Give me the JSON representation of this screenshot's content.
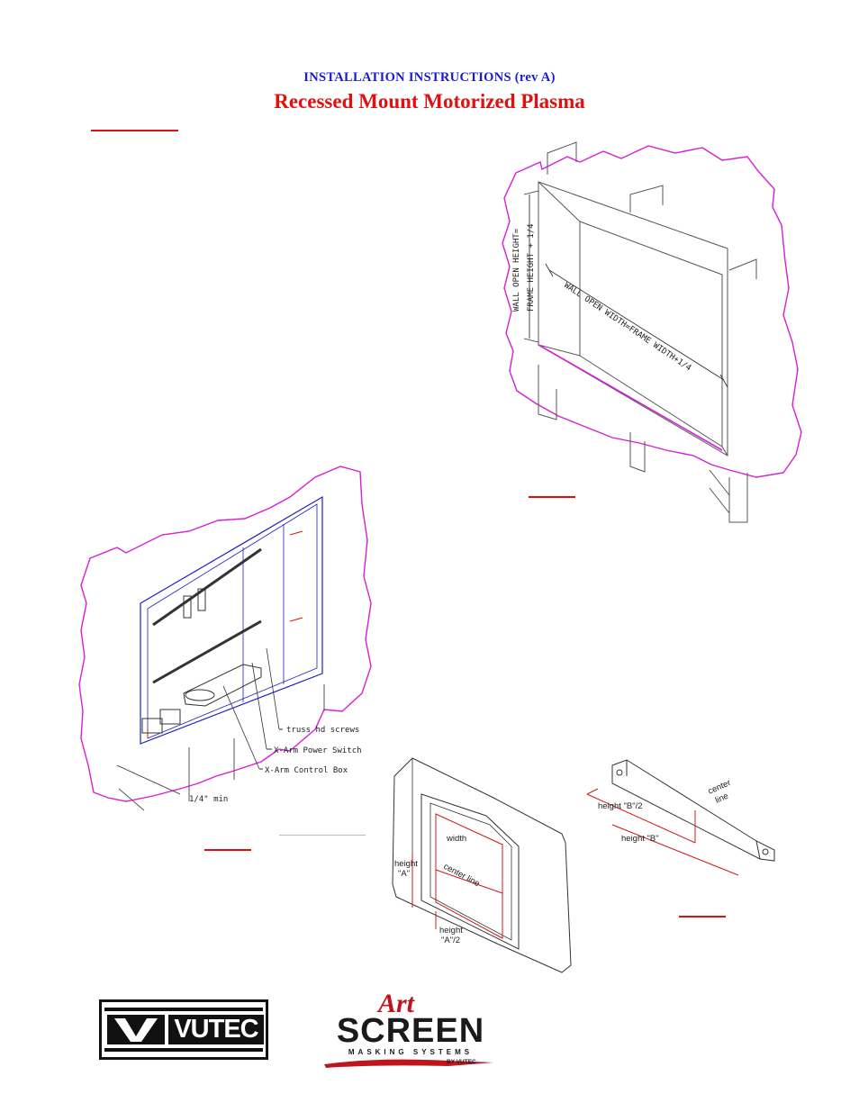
{
  "header": {
    "subtitle": "INSTALLATION INSTRUCTIONS",
    "revision": "(rev A)",
    "title": "Recessed Mount Motorized Plasma"
  },
  "figure_wall_opening": {
    "height_label_1": "WALL OPEN HEIGHT=",
    "height_label_2": "FRAME HEIGHT + 1/4",
    "width_label": "WALL OPEN WIDTH=FRAME WIDTH+1/4"
  },
  "figure_frame_install": {
    "callout_screws": "truss hd screws",
    "callout_power_switch": "X-Arm Power Switch",
    "callout_control_box": "X-Arm Control Box",
    "callout_min": "1/4\" min"
  },
  "figure_plasma_back": {
    "label_width": "width",
    "label_height_a_1": "height",
    "label_height_a_2": "\"A\"",
    "label_center_line": "center line",
    "label_half_1": "height",
    "label_half_2": "\"A\"/2"
  },
  "figure_bracket": {
    "label_half_b": "height \"B\"/2",
    "label_center_1": "center",
    "label_center_2": "line",
    "label_height_b": "height \"B\""
  },
  "logos": {
    "vutec_text": "VUTEC",
    "art_text": "Art",
    "screen_text": "SCREEN",
    "masking_text": "MASKING SYSTEMS",
    "by_text": "BY VUTEC"
  },
  "colors": {
    "title_blue": "#1a1ad4",
    "title_red": "#e01010",
    "wall_magenta": "#d61fd6",
    "frame_blue": "#2020c0",
    "dimension_red": "#d01818"
  }
}
